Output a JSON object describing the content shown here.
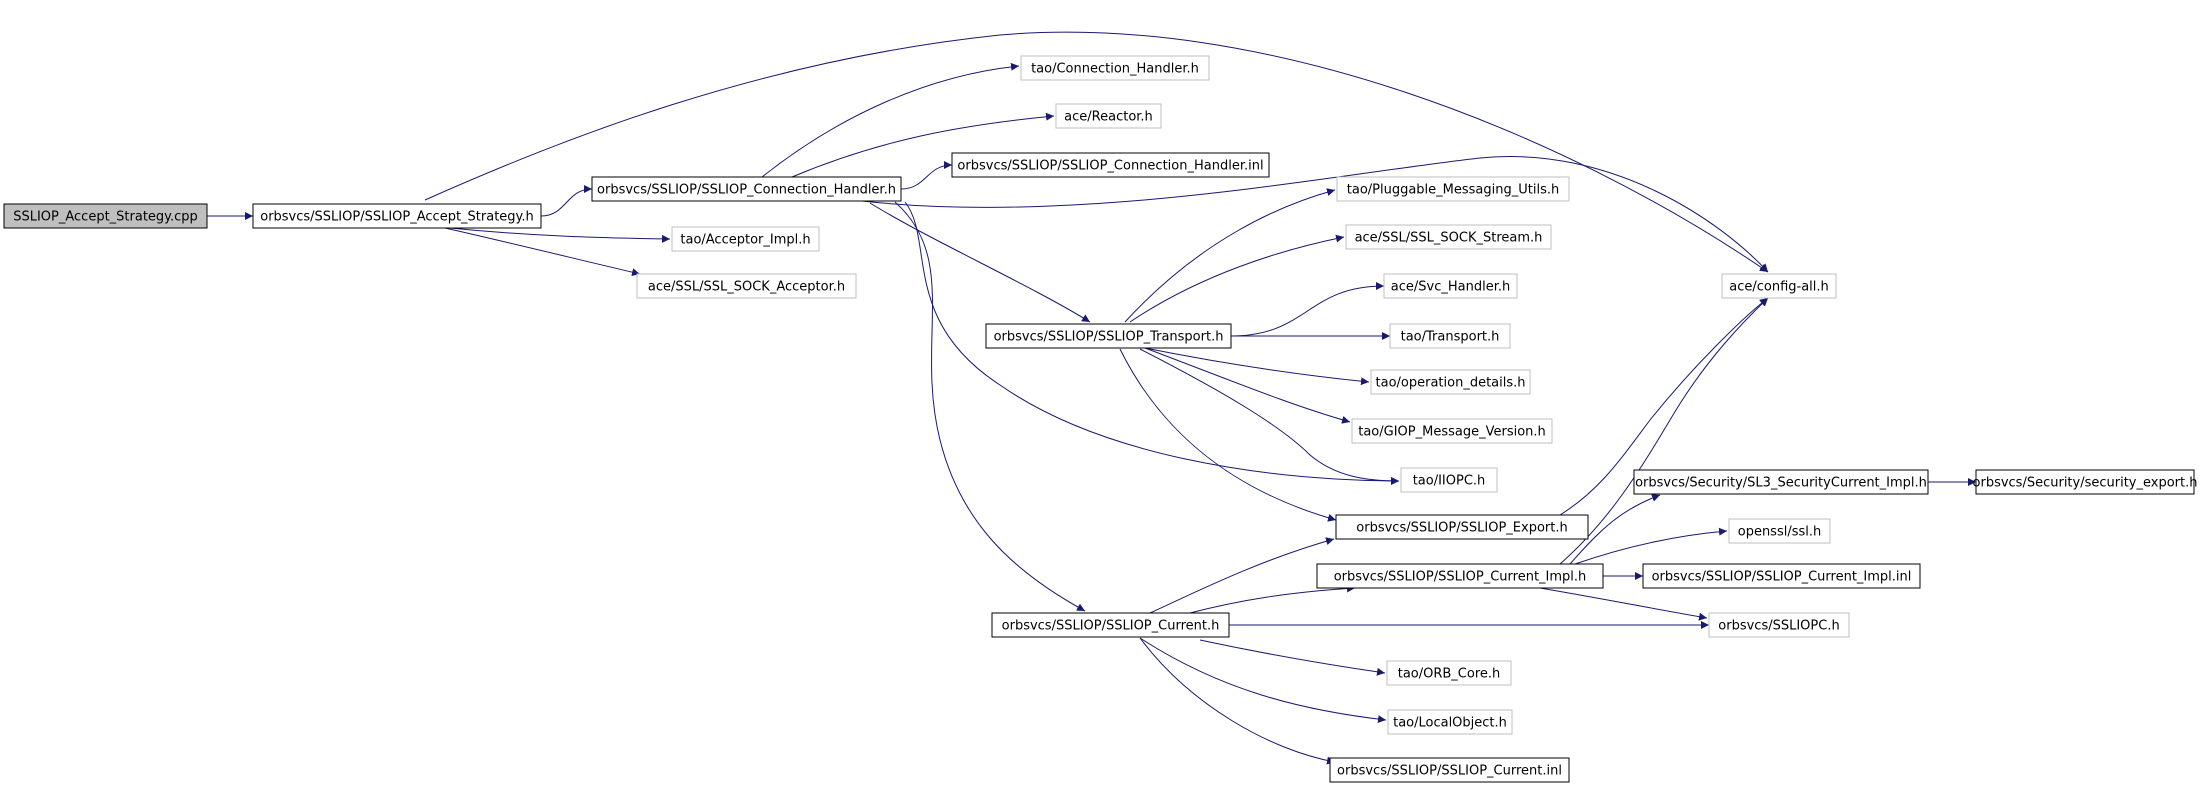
{
  "nodes": [
    {
      "id": "n0",
      "label": "SSLIOP_Accept_Strategy.cpp",
      "style": "root"
    },
    {
      "id": "n1",
      "label": "orbsvcs/SSLIOP/SSLIOP_Accept_Strategy.h",
      "style": "file"
    },
    {
      "id": "n2",
      "label": "orbsvcs/SSLIOP/SSLIOP_Connection_Handler.h",
      "style": "file"
    },
    {
      "id": "n3",
      "label": "tao/Acceptor_Impl.h",
      "style": "ext"
    },
    {
      "id": "n4",
      "label": "ace/SSL/SSL_SOCK_Acceptor.h",
      "style": "ext"
    },
    {
      "id": "n5",
      "label": "tao/Connection_Handler.h",
      "style": "ext"
    },
    {
      "id": "n6",
      "label": "ace/Reactor.h",
      "style": "ext"
    },
    {
      "id": "n7",
      "label": "orbsvcs/SSLIOP/SSLIOP_Connection_Handler.inl",
      "style": "file"
    },
    {
      "id": "n8",
      "label": "orbsvcs/SSLIOP/SSLIOP_Transport.h",
      "style": "file"
    },
    {
      "id": "n9",
      "label": "tao/Pluggable_Messaging_Utils.h",
      "style": "ext"
    },
    {
      "id": "n10",
      "label": "ace/SSL/SSL_SOCK_Stream.h",
      "style": "ext"
    },
    {
      "id": "n11",
      "label": "ace/Svc_Handler.h",
      "style": "ext"
    },
    {
      "id": "n12",
      "label": "tao/Transport.h",
      "style": "ext"
    },
    {
      "id": "n13",
      "label": "tao/operation_details.h",
      "style": "ext"
    },
    {
      "id": "n14",
      "label": "tao/GIOP_Message_Version.h",
      "style": "ext"
    },
    {
      "id": "n15",
      "label": "tao/IIOPC.h",
      "style": "ext"
    },
    {
      "id": "n16",
      "label": "ace/config-all.h",
      "style": "ext"
    },
    {
      "id": "n17",
      "label": "orbsvcs/SSLIOP/SSLIOP_Export.h",
      "style": "file"
    },
    {
      "id": "n18",
      "label": "orbsvcs/SSLIOP/SSLIOP_Current_Impl.h",
      "style": "file"
    },
    {
      "id": "n19",
      "label": "orbsvcs/SSLIOP/SSLIOP_Current.h",
      "style": "file"
    },
    {
      "id": "n20",
      "label": "tao/ORB_Core.h",
      "style": "ext"
    },
    {
      "id": "n21",
      "label": "tao/LocalObject.h",
      "style": "ext"
    },
    {
      "id": "n22",
      "label": "orbsvcs/SSLIOP/SSLIOP_Current.inl",
      "style": "file"
    },
    {
      "id": "n23",
      "label": "orbsvcs/Security/SL3_SecurityCurrent_Impl.h",
      "style": "file"
    },
    {
      "id": "n24",
      "label": "orbsvcs/Security/security_export.h",
      "style": "file"
    },
    {
      "id": "n25",
      "label": "openssl/ssl.h",
      "style": "ext"
    },
    {
      "id": "n26",
      "label": "orbsvcs/SSLIOP/SSLIOP_Current_Impl.inl",
      "style": "file"
    },
    {
      "id": "n27",
      "label": "orbsvcs/SSLIOPC.h",
      "style": "ext"
    }
  ],
  "edges": [
    [
      "n0",
      "n1"
    ],
    [
      "n1",
      "n2"
    ],
    [
      "n1",
      "n3"
    ],
    [
      "n1",
      "n4"
    ],
    [
      "n1",
      "n16"
    ],
    [
      "n2",
      "n5"
    ],
    [
      "n2",
      "n6"
    ],
    [
      "n2",
      "n7"
    ],
    [
      "n2",
      "n16"
    ],
    [
      "n2",
      "n8"
    ],
    [
      "n2",
      "n15"
    ],
    [
      "n2",
      "n19"
    ],
    [
      "n8",
      "n9"
    ],
    [
      "n8",
      "n10"
    ],
    [
      "n8",
      "n11"
    ],
    [
      "n8",
      "n12"
    ],
    [
      "n8",
      "n13"
    ],
    [
      "n8",
      "n14"
    ],
    [
      "n8",
      "n15"
    ],
    [
      "n8",
      "n17"
    ],
    [
      "n17",
      "n16"
    ],
    [
      "n19",
      "n17"
    ],
    [
      "n19",
      "n18"
    ],
    [
      "n19",
      "n27"
    ],
    [
      "n19",
      "n20"
    ],
    [
      "n19",
      "n21"
    ],
    [
      "n19",
      "n22"
    ],
    [
      "n18",
      "n23"
    ],
    [
      "n18",
      "n25"
    ],
    [
      "n18",
      "n26"
    ],
    [
      "n18",
      "n27"
    ],
    [
      "n18",
      "n16"
    ],
    [
      "n23",
      "n24"
    ]
  ],
  "colors": {
    "edge": "#191970",
    "text": "#000000",
    "root_fill": "#bfbfbf",
    "file_border": "#000000",
    "ext_border": "#bfbfbf",
    "background": "#ffffff"
  }
}
